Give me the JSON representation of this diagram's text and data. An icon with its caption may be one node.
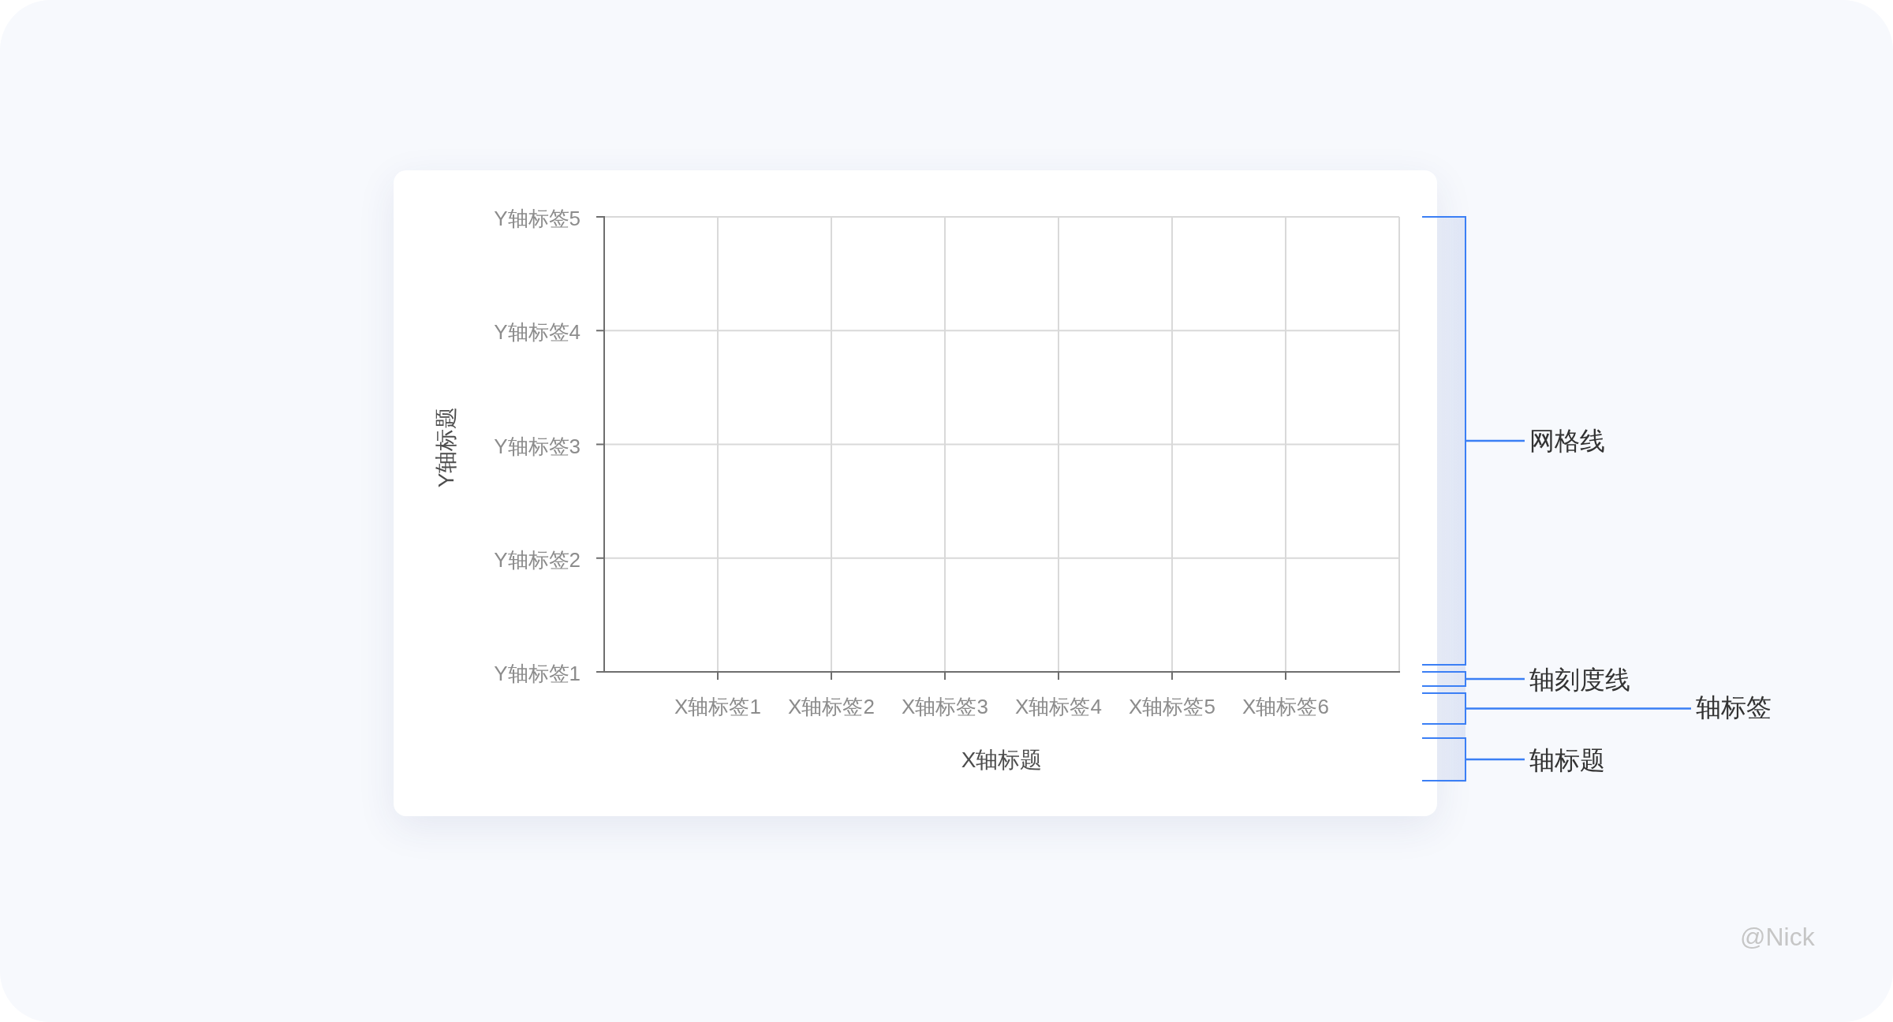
{
  "diagram": {
    "nodes": [
      {
        "text": [
          "Y轴标题",
          "Y轴标签5",
          "Y轴标签4",
          "Y轴标签3",
          "Y轴标签2",
          "Y轴标签1",
          "X轴标签1",
          "X轴标签2",
          "X轴标签3",
          "X轴标签4",
          "X轴标签5",
          "X轴标签6",
          "X轴标题"
        ]
      },
      {
        "text": [
          "网格线"
        ]
      },
      {
        "text": [
          "轴刻度线"
        ]
      },
      {
        "text": [
          "轴标签"
        ]
      },
      {
        "text": [
          "轴标题"
        ]
      },
      {
        "text": [],
        "shape": "bracket"
      },
      {
        "text": [],
        "shape": "bracket"
      },
      {
        "text": [],
        "shape": "bracket"
      },
      {
        "text": [],
        "shape": "bracket"
      }
    ],
    "edges": [
      {
        "from": 1,
        "to": 5,
        "arrow": "none"
      },
      {
        "from": 2,
        "to": 6,
        "arrow": "none"
      },
      {
        "from": 3,
        "to": 7,
        "arrow": "none"
      },
      {
        "from": 4,
        "to": 8,
        "arrow": "none"
      }
    ],
    "labels": [
      "@Nick"
    ]
  }
}
